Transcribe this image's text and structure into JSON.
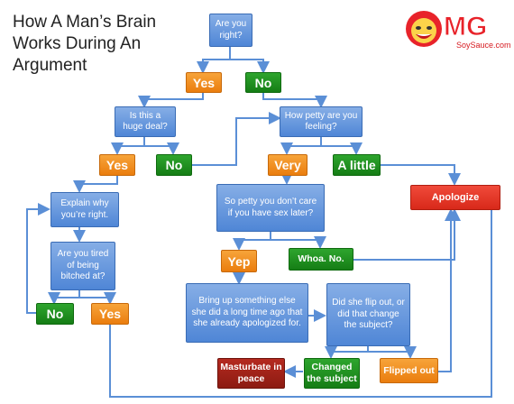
{
  "title_lines": [
    "How A Man’s Brain",
    "Works During An",
    "Argument"
  ],
  "logo": {
    "brand": "MG",
    "sub": "SoySauce.com"
  },
  "nodes": {
    "are_you_right": "Are you right?",
    "yes1": "Yes",
    "no1": "No",
    "huge_deal": "Is this a huge deal?",
    "how_petty": "How petty are you feeling?",
    "yes2": "Yes",
    "no2": "No",
    "very": "Very",
    "a_little": "A little",
    "apologize": "Apologize",
    "explain_why": "Explain why you’re right.",
    "so_petty": "So petty you don’t care if you have sex later?",
    "tired": "Are you tired of being bitched at?",
    "yep": "Yep",
    "whoa_no": "Whoa. No.",
    "no3": "No",
    "yes3": "Yes",
    "bring_up": "Bring up something else she did a long time ago that she already apologized for.",
    "flip_out": "Did she flip out, or did that change the subject?",
    "masturbate": "Masturbate in peace",
    "changed_subject": "Changed the subject",
    "flipped_out": "Flipped out"
  },
  "colors": {
    "question": "#4f86d6",
    "orange": "#ea7d0e",
    "green": "#157d15",
    "red": "#d8291a",
    "dark_red": "#8c1b12",
    "arrow": "#5b8fd6"
  }
}
